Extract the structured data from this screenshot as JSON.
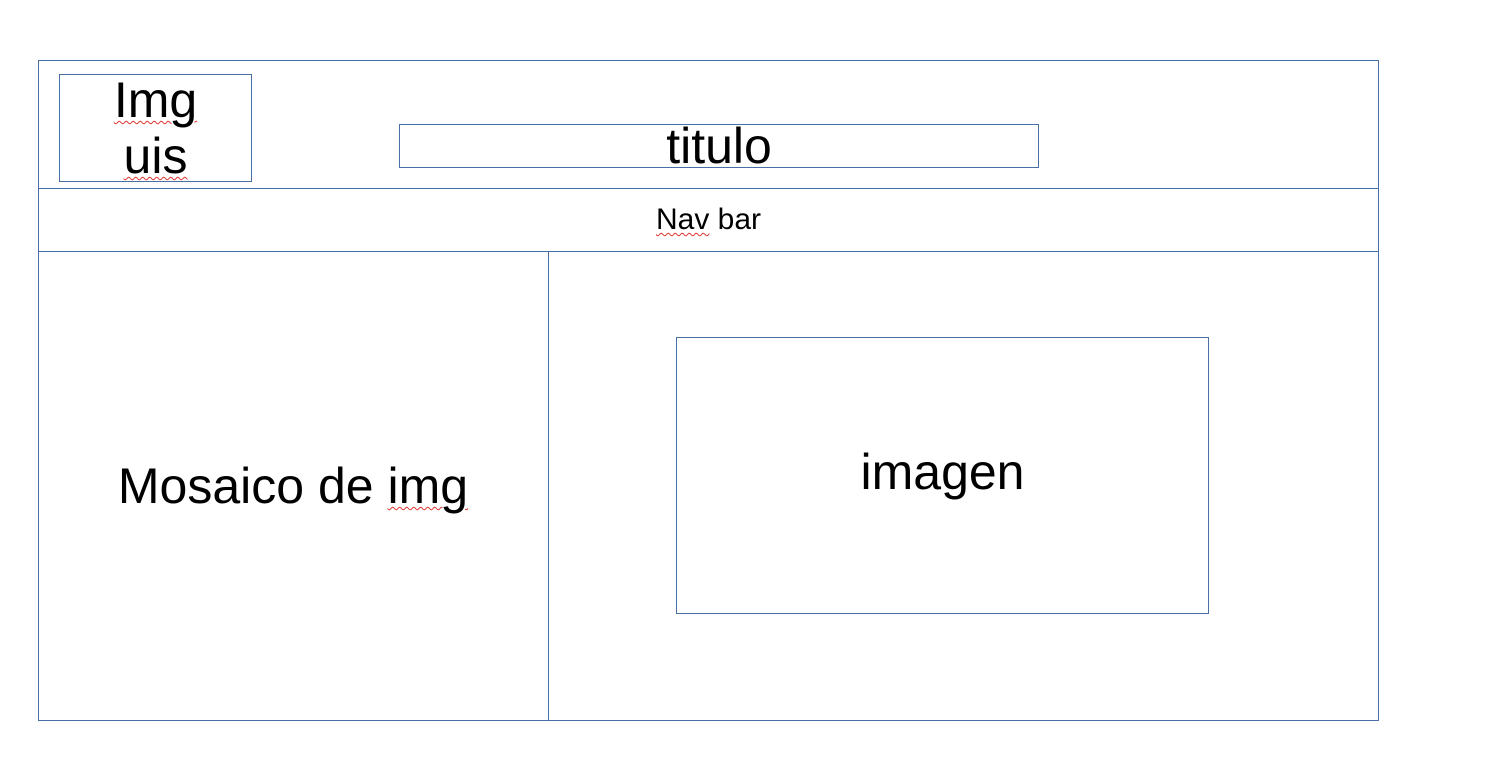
{
  "header": {
    "logo": {
      "line1": "Img",
      "line2": "uis"
    },
    "title": "titulo"
  },
  "nav": {
    "label_part1": "Nav",
    "label_part2": " bar"
  },
  "main": {
    "left_panel": {
      "label_part1": "Mosaico de ",
      "label_part2": "img"
    },
    "right_panel": {
      "image_label": "imagen"
    }
  },
  "colors": {
    "border": "#4a6fa5",
    "spellcheck_underline": "#e0342f",
    "text": "#000000",
    "background": "#ffffff"
  }
}
